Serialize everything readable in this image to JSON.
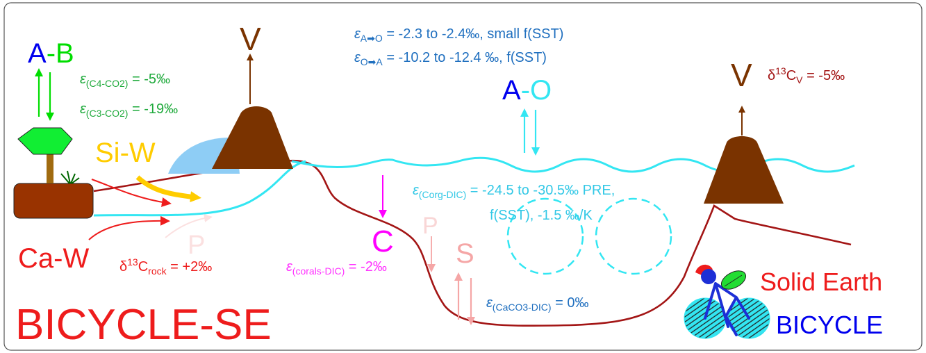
{
  "labels": {
    "v_left": "V",
    "v_right": "V",
    "a_part": "A",
    "b_part": "-B",
    "a2_part": "A",
    "o_part": "-O",
    "si_w": "Si-W",
    "ca_w": "Ca-W",
    "p_left": "P",
    "p_mid": "P",
    "c": "C",
    "s": "S",
    "title": "BICYCLE-SE",
    "solid_earth": "Solid Earth",
    "bicycle": "BICYCLE"
  },
  "equations": {
    "c4_pre": "ε",
    "c4_sub": "(C4-CO2)",
    "c4_post": " = -5‰",
    "c3_pre": "ε",
    "c3_sub": "(C3-CO2)",
    "c3_post": " = -19‰",
    "ao_pre": "ε",
    "ao_sub": "A➡O",
    "ao_post": " = -2.3 to -2.4‰, small f(SST)",
    "oa_pre": "ε",
    "oa_sub": "O➡A",
    "oa_post": " = -10.2 to -12.4 ‰, f(SST)",
    "dv_pre": "δ",
    "dv_sup": "13",
    "dv_mid": "C",
    "dv_sub": "V",
    "dv_post": " = -5‰",
    "corg_pre": "ε",
    "corg_sub": "(Corg-DIC)",
    "corg_post": " = -24.5 to -30.5‰ PRE,",
    "corg_line2": "f(SST), -1.5 ‰/K",
    "rock_pre": "δ",
    "rock_sup": "13",
    "rock_mid": "C",
    "rock_sub": "rock",
    "rock_post": " = +2‰",
    "corals_pre": "ε",
    "corals_sub": "(corals-DIC)",
    "corals_post": " = -2‰",
    "caco3_pre": "ε",
    "caco3_sub": "(CaCO3-DIC)",
    "caco3_post": " = 0‰"
  },
  "colors": {
    "volcano": "#7a3300",
    "earth": "#993300",
    "ab_green": "#00dd00",
    "eq_green": "#1faa3c",
    "ocean_text": "#1f6fbf",
    "cyan": "#33e6f2",
    "dark_red": "#a31515",
    "red": "#ee1c1c",
    "magenta": "#ff00ff",
    "pink": "#f5a6a6",
    "weathering_yellow": "#ffcc00",
    "blue": "#0000ee",
    "lake": "#8ecdf5",
    "tree_top": "#11ee33",
    "tree_trunk": "#a06b10"
  }
}
